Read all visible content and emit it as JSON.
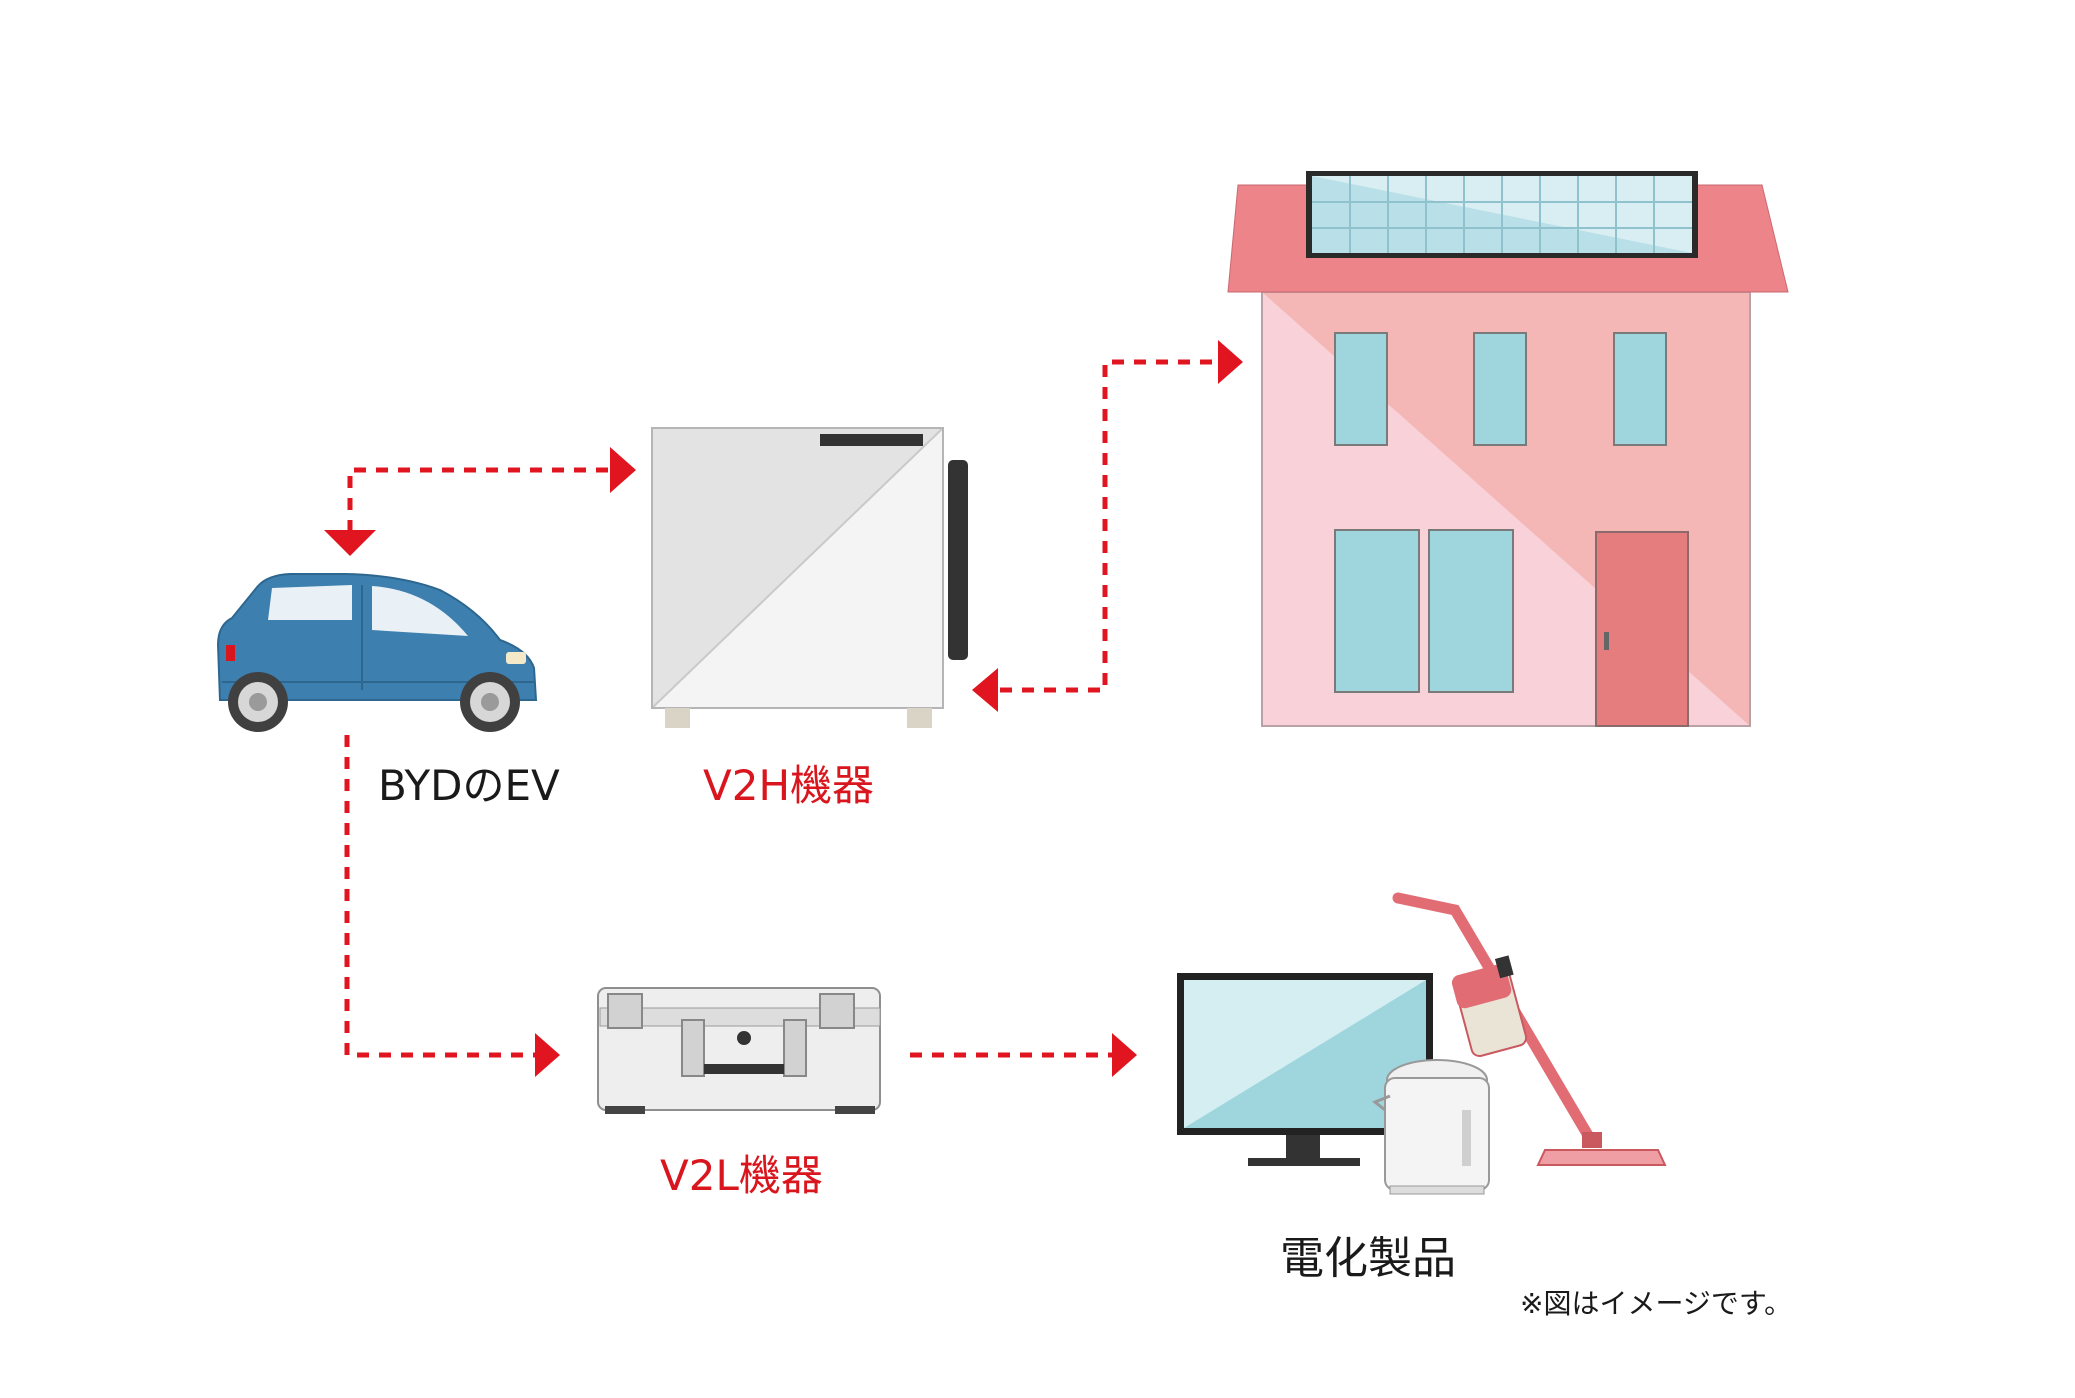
{
  "labels": {
    "car": "BYDのEV",
    "v2h": "V2H機器",
    "v2l": "V2L機器",
    "appliances": "電化製品",
    "note": "※図はイメージです。"
  },
  "colors": {
    "arrow": "#e0151f",
    "car_body": "#3d7fae",
    "house_roof": "#ec8489",
    "house_wall": "#f8d1d9",
    "window": "#9fd6de",
    "device_gray": "#e6e6e6"
  }
}
